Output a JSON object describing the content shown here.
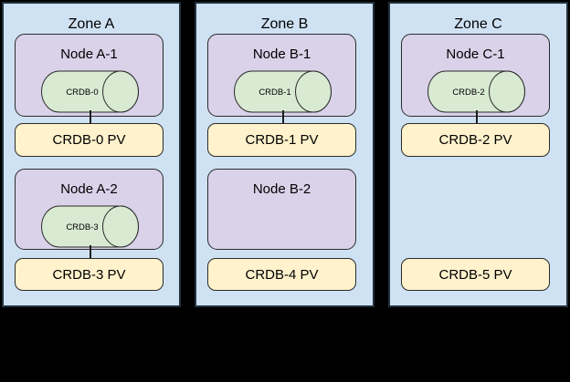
{
  "diagram": {
    "background_color": "#000000",
    "border_color": "#2b2b2b",
    "zone_fill": "#cfe2f3",
    "node_fill": "#d9d2e9",
    "pod_fill": "#d9ead3",
    "pv_fill": "#fff2cc",
    "text_color": "#000000"
  },
  "zones": [
    {
      "label": "Zone A",
      "nodes": [
        {
          "label": "Node A-1",
          "pod_label": "CRDB-0"
        },
        {
          "label": "Node A-2",
          "pod_label": "CRDB-3"
        }
      ],
      "pvs": [
        {
          "label": "CRDB-0 PV"
        },
        {
          "label": "CRDB-3 PV"
        }
      ]
    },
    {
      "label": "Zone B",
      "nodes": [
        {
          "label": "Node B-1",
          "pod_label": "CRDB-1"
        },
        {
          "label": "Node B-2"
        }
      ],
      "pvs": [
        {
          "label": "CRDB-1 PV"
        },
        {
          "label": "CRDB-4 PV"
        }
      ]
    },
    {
      "label": "Zone C",
      "nodes": [
        {
          "label": "Node C-1",
          "pod_label": "CRDB-2"
        }
      ],
      "pvs": [
        {
          "label": "CRDB-2 PV"
        },
        {
          "label": "CRDB-5 PV"
        }
      ]
    }
  ]
}
